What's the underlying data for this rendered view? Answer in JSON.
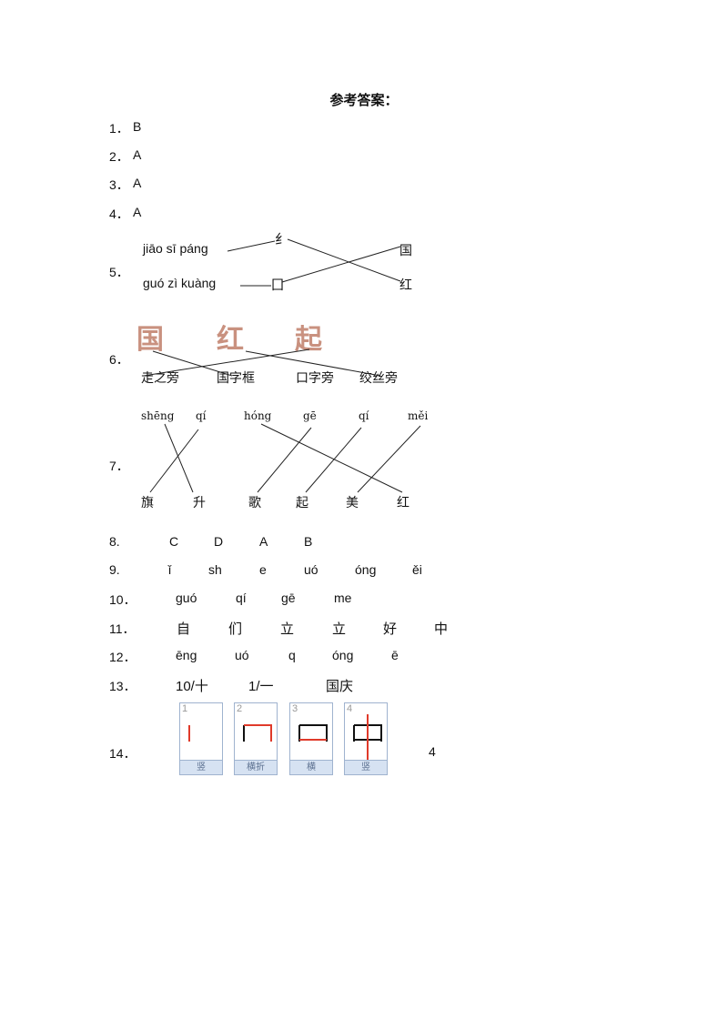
{
  "title": "参考答案：",
  "q1": {
    "num": "1．",
    "answer": "B"
  },
  "q2": {
    "num": "2．",
    "answer": "A"
  },
  "q3": {
    "num": "3．",
    "answer": "A"
  },
  "q4": {
    "num": "4．",
    "answer": "A"
  },
  "q5": {
    "num": "5．",
    "left": [
      "jiāo  sī  páng",
      "guó  zì  kuàng"
    ],
    "middle": [
      "纟",
      "囗"
    ],
    "right": [
      "国",
      "红"
    ]
  },
  "q6": {
    "num": "6．",
    "chars": [
      "国",
      "红",
      "起"
    ],
    "options": [
      "走之旁",
      "国字框",
      "口字旁",
      "绞丝旁"
    ]
  },
  "q7": {
    "num": "7．",
    "pinyin": [
      "shēng",
      "qí",
      "hóng",
      "gē",
      "qí",
      "měi"
    ],
    "chars": [
      "旗",
      "升",
      "歌",
      "起",
      "美",
      "红"
    ]
  },
  "q8": {
    "num": "8.",
    "answers": [
      "C",
      "D",
      "A",
      "B"
    ]
  },
  "q9": {
    "num": "9.",
    "answers": [
      "ǐ",
      "sh",
      "e",
      "uó",
      "óng",
      "ěi"
    ]
  },
  "q10": {
    "num": "10．",
    "answers": [
      "guó",
      "qí",
      "gē",
      "me"
    ]
  },
  "q11": {
    "num": "11．",
    "answers": [
      "自",
      "们",
      "立",
      "立",
      "好",
      "中"
    ]
  },
  "q12": {
    "num": "12．",
    "answers": [
      "ēng",
      "uó",
      "q",
      "óng",
      "ē"
    ]
  },
  "q13": {
    "num": "13．",
    "answers": [
      "10/十",
      "1/一",
      "国庆"
    ]
  },
  "q14": {
    "num": "14．",
    "strokes": [
      {
        "n": "1",
        "name": "竖"
      },
      {
        "n": "2",
        "name": "横折"
      },
      {
        "n": "3",
        "name": "横"
      },
      {
        "n": "4",
        "name": "竖"
      }
    ],
    "answer": "4"
  }
}
